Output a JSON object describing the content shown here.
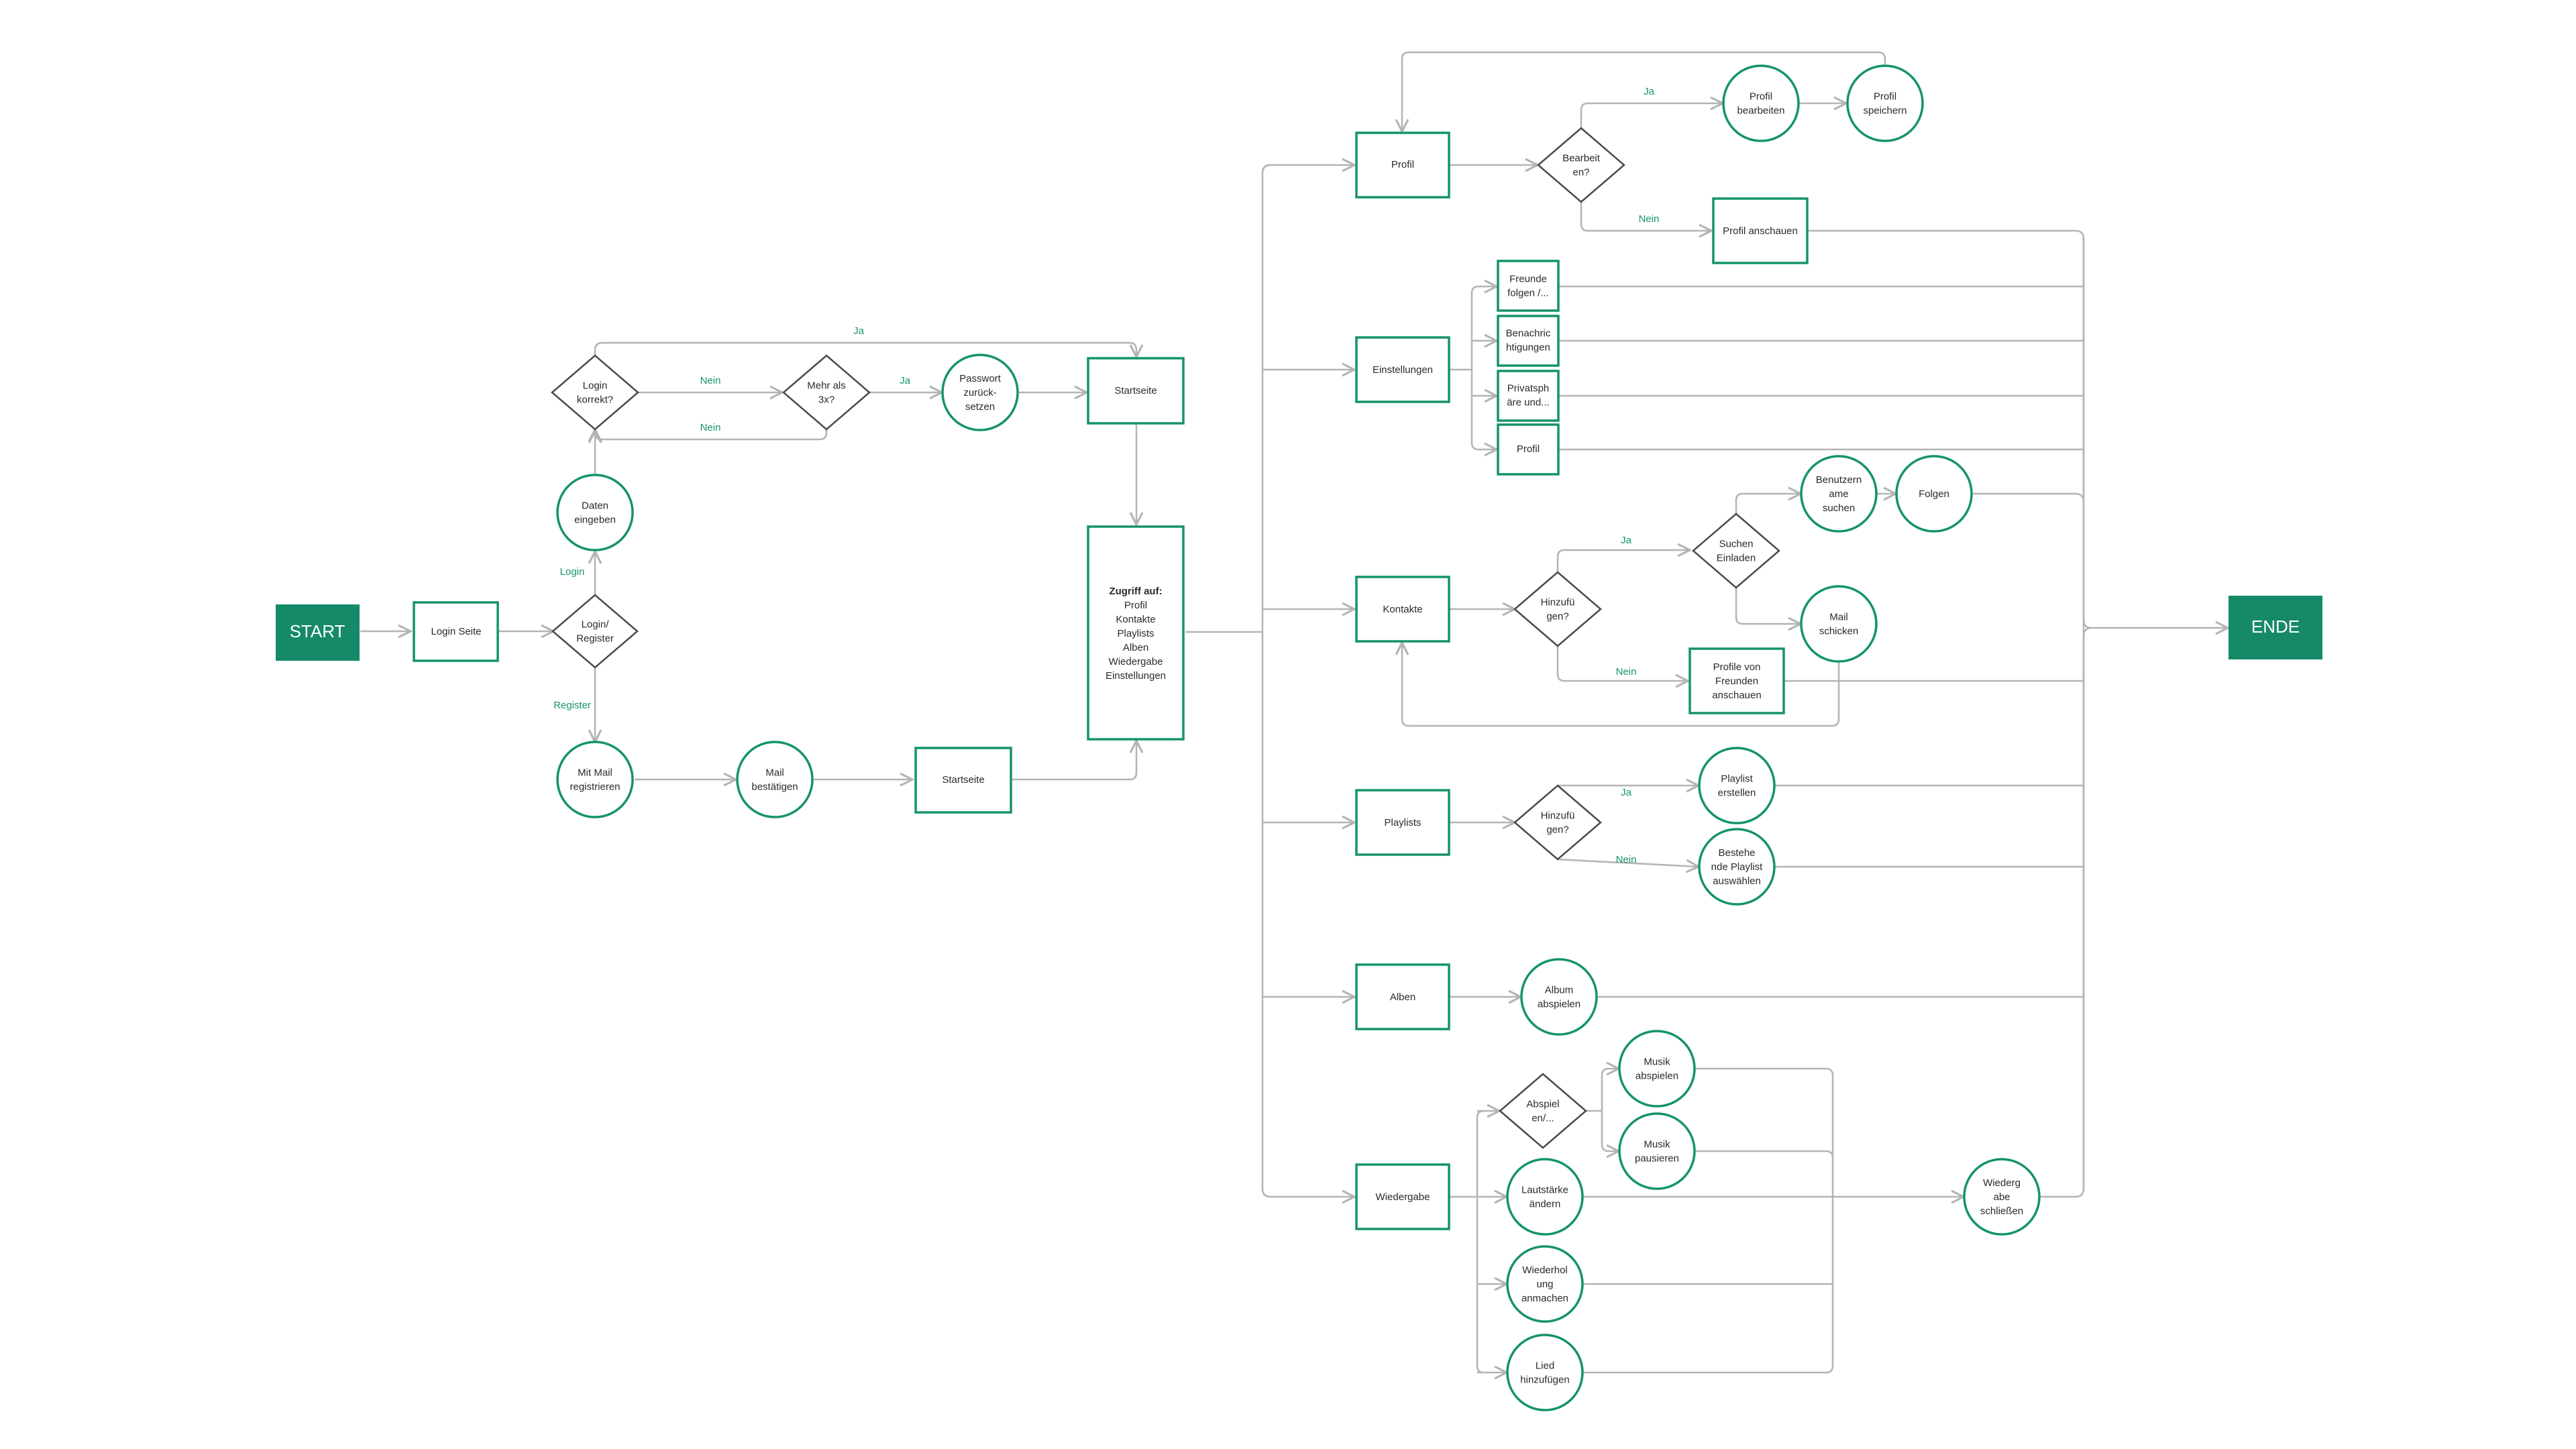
{
  "colors": {
    "accent": "#15936a",
    "terminal": "#168a68",
    "connector": "#b4b4b4",
    "decision_border": "#4a4a4a",
    "text": "#2a2a2a"
  },
  "nodes": {
    "start": [
      "START"
    ],
    "ende": [
      "ENDE"
    ],
    "login_seite": [
      "Login Seite"
    ],
    "login_register": [
      "Login/",
      "Register"
    ],
    "daten_eingeben": [
      "Daten",
      "eingeben"
    ],
    "login_korrekt": [
      "Login",
      "korrekt?"
    ],
    "mehr_als_3x": [
      "Mehr als",
      "3x?"
    ],
    "passwort_zuruecksetzen": [
      "Passwort",
      "zurück-",
      "setzen"
    ],
    "startseite_top": [
      "Startseite"
    ],
    "mit_mail_registrieren": [
      "Mit Mail",
      "registrieren"
    ],
    "mail_bestaetigen": [
      "Mail",
      "bestätigen"
    ],
    "startseite_bottom": [
      "Startseite"
    ],
    "zugriff": [
      "Zugriff auf:",
      "Profil",
      "Kontakte",
      "Playlists",
      "Alben",
      "Wiedergabe",
      "Einstellungen"
    ],
    "profil": [
      "Profil"
    ],
    "bearbeiten": [
      "Bearbeit",
      "en?"
    ],
    "profil_bearbeiten": [
      "Profil",
      "bearbeiten"
    ],
    "profil_speichern": [
      "Profil",
      "speichern"
    ],
    "profil_anschauen": [
      "Profil anschauen"
    ],
    "einstellungen": [
      "Einstellungen"
    ],
    "freunde_folgen": [
      "Freunde",
      "folgen /..."
    ],
    "benachrichtigungen": [
      "Benachric",
      "htigungen"
    ],
    "privatsphaere": [
      "Privatsph",
      "äre und..."
    ],
    "einst_profil": [
      "Profil"
    ],
    "kontakte": [
      "Kontakte"
    ],
    "hinzufuegen_k": [
      "Hinzufü",
      "gen?"
    ],
    "suchen_einladen": [
      "Suchen",
      "Einladen"
    ],
    "benutzername_suchen": [
      "Benutzern",
      "ame",
      "suchen"
    ],
    "folgen": [
      "Folgen"
    ],
    "mail_schicken": [
      "Mail",
      "schicken"
    ],
    "profile_von_freunden": [
      "Profile von",
      "Freunden",
      "anschauen"
    ],
    "playlists": [
      "Playlists"
    ],
    "hinzufuegen_p": [
      "Hinzufü",
      "gen?"
    ],
    "playlist_erstellen": [
      "Playlist",
      "erstellen"
    ],
    "bestehende_playlist": [
      "Bestehe",
      "nde Playlist",
      "auswählen"
    ],
    "alben": [
      "Alben"
    ],
    "album_abspielen": [
      "Album",
      "abspielen"
    ],
    "wiedergabe": [
      "Wiedergabe"
    ],
    "abspielen_decision": [
      "Abspiel",
      "en/..."
    ],
    "musik_abspielen": [
      "Musik",
      "abspielen"
    ],
    "musik_pausieren": [
      "Musik",
      "pausieren"
    ],
    "lautstaerke": [
      "Lautstärke",
      "ändern"
    ],
    "wiederholung": [
      "Wiederhol",
      "ung",
      "anmachen"
    ],
    "lied_hinzufuegen": [
      "Lied",
      "hinzufügen"
    ],
    "wiedergabe_schliessen": [
      "Wiederg",
      "abe",
      "schließen"
    ]
  },
  "edge_labels": {
    "ja_top": "Ja",
    "nein_1": "Nein",
    "ja_mehr": "Ja",
    "nein_2": "Nein",
    "login": "Login",
    "register": "Register",
    "ja_profil": "Ja",
    "nein_profil": "Nein",
    "ja_kontakte": "Ja",
    "nein_kontakte": "Nein",
    "ja_playlists": "Ja",
    "nein_playlists": "Nein"
  }
}
